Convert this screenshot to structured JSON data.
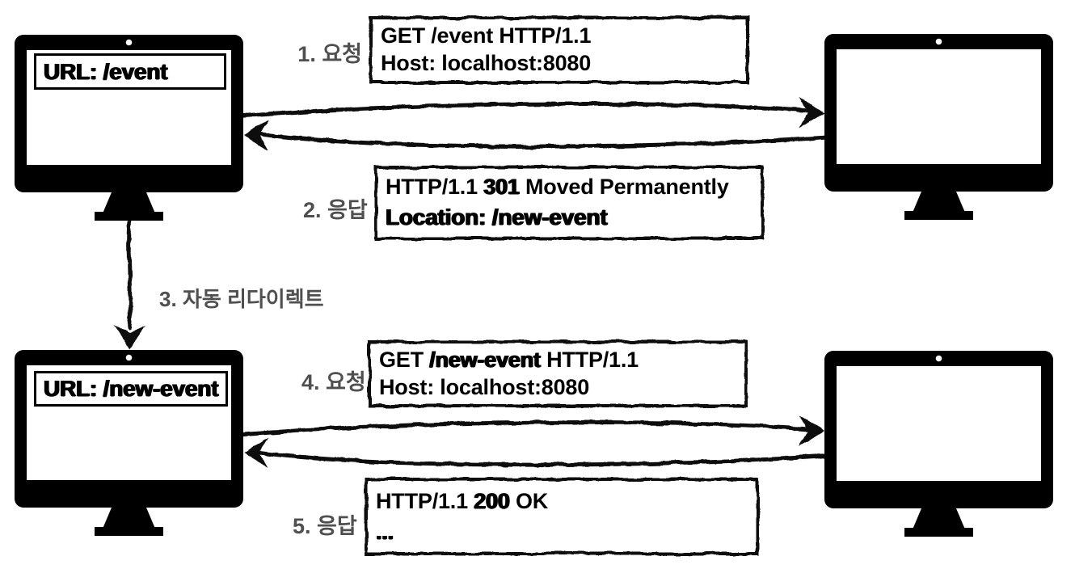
{
  "colors": {
    "ink": "#111111",
    "label_gray": "#4f4f4f",
    "background": "#ffffff"
  },
  "clients": {
    "top": {
      "url_label": "URL: /event"
    },
    "bottom": {
      "url_label": "URL: /new-event"
    }
  },
  "steps": {
    "s1": "1. 요청",
    "s2": "2. 응답",
    "s3": "3. 자동 리다이렉트",
    "s4": "4. 요청",
    "s5": "5. 응답"
  },
  "messages": {
    "request1": {
      "line1": "GET /event HTTP/1.1",
      "line2": "Host: localhost:8080"
    },
    "response1": {
      "line1_pre": "HTTP/1.1 ",
      "line1_heavy": "301",
      "line1_post": " Moved Permanently",
      "line2": "Location: /new-event"
    },
    "request2": {
      "line1_pre": "GET ",
      "line1_heavy": "/new-event",
      "line1_post": " HTTP/1.1",
      "line2": "Host: localhost:8080"
    },
    "response2": {
      "line1_pre": "HTTP/1.1 ",
      "line1_heavy": "200",
      "line1_post": " OK",
      "line2": "..."
    }
  }
}
